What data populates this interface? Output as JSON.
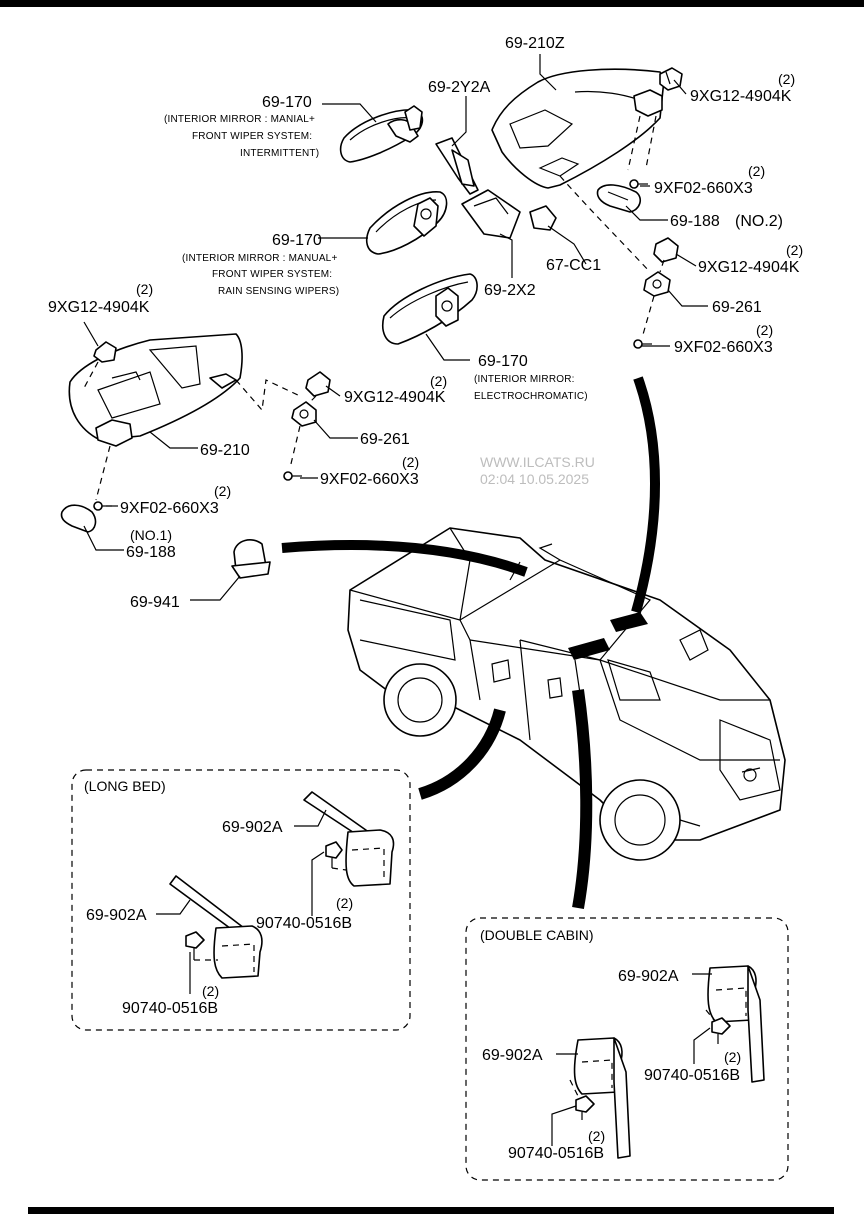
{
  "watermark": {
    "site": "WWW.ILCATS.RU",
    "timestamp": "02:04 10.05.2025"
  },
  "labels": {
    "p69_210Z": "69-210Z",
    "p69_2Y2A": "69-2Y2A",
    "p69_170_a": "69-170",
    "note_170_a1": "(INTERIOR MIRROR : MANIAL+",
    "note_170_a2": "FRONT WIPER SYSTEM:",
    "note_170_a3": "INTERMITTENT)",
    "p69_170_b": "69-170",
    "note_170_b1": "(INTERIOR MIRROR : MANUAL+",
    "note_170_b2": "FRONT WIPER SYSTEM:",
    "note_170_b3": "RAIN SENSING WIPERS)",
    "p69_170_c": "69-170",
    "note_170_c1": "(INTERIOR MIRROR:",
    "note_170_c2": "ELECTROCHROMATIC)",
    "p67_CC1": "67-CC1",
    "p69_2X2": "69-2X2",
    "qty_r1": "(2)",
    "p9XG_r1": "9XG12-4904K",
    "qty_r2": "(2)",
    "p9XF_r1": "9XF02-660X3",
    "p69_188_r": "69-188",
    "note_188_r": "(NO.2)",
    "qty_r3": "(2)",
    "p9XG_r2": "9XG12-4904K",
    "p69_261_r": "69-261",
    "qty_r4": "(2)",
    "p9XF_r2": "9XF02-660X3",
    "qty_l1": "(2)",
    "p9XG_l1": "9XG12-4904K",
    "qty_l2": "(2)",
    "p9XG_l2": "9XG12-4904K",
    "p69_261_l": "69-261",
    "p69_210": "69-210",
    "qty_l3": "(2)",
    "p9XF_l1": "9XF02-660X3",
    "qty_l4": "(2)",
    "p9XF_l2": "9XF02-660X3",
    "note_188_l": "(NO.1)",
    "p69_188_l": "69-188",
    "p69_941": "69-941",
    "long_bed_title": "(LONG BED)",
    "p69_902A_lb1": "69-902A",
    "p69_902A_lb2": "69-902A",
    "p90740_lb1": "90740-0516B",
    "qty_lb1": "(2)",
    "qty_lb2": "(2)",
    "p90740_lb2": "90740-0516B",
    "double_cabin_title": "(DOUBLE CABIN)",
    "p69_902A_dc1": "69-902A",
    "qty_dc1": "(2)",
    "p90740_dc1": "90740-0516B",
    "p69_902A_dc2": "69-902A",
    "qty_dc2": "(2)",
    "p90740_dc2": "90740-0516B"
  }
}
